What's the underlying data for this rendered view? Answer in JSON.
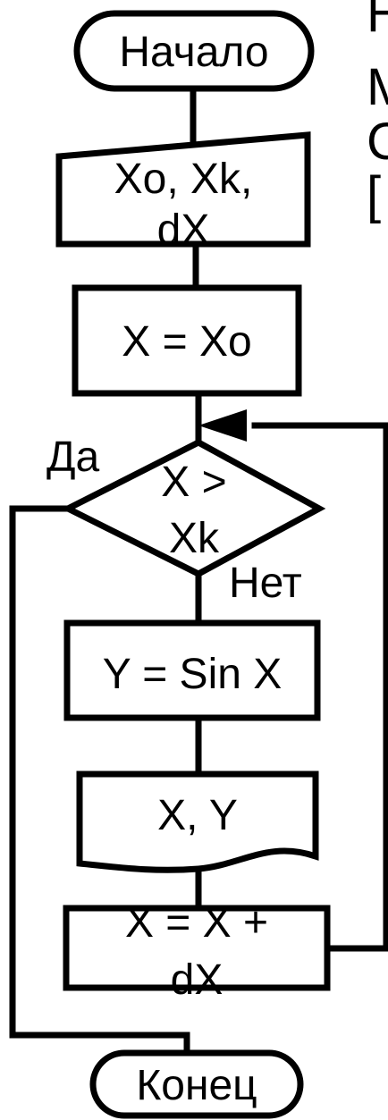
{
  "flowchart": {
    "start": "Начало",
    "input_line1": "Xo, Xk,",
    "input_line2": "dX",
    "init": "X = Xo",
    "condition_line1": "X >",
    "condition_line2": "Xk",
    "yes_label": "Да",
    "no_label": "Нет",
    "compute": "Y = Sin X",
    "output": "X, Y",
    "increment_line1": "X = X +",
    "increment_line2": "dX",
    "end": "Конец"
  },
  "side_text_fragment": {
    "line1": "Н",
    "line2": "М",
    "line3": "С",
    "line4": "[",
    "note": "text cut off at right edge"
  }
}
